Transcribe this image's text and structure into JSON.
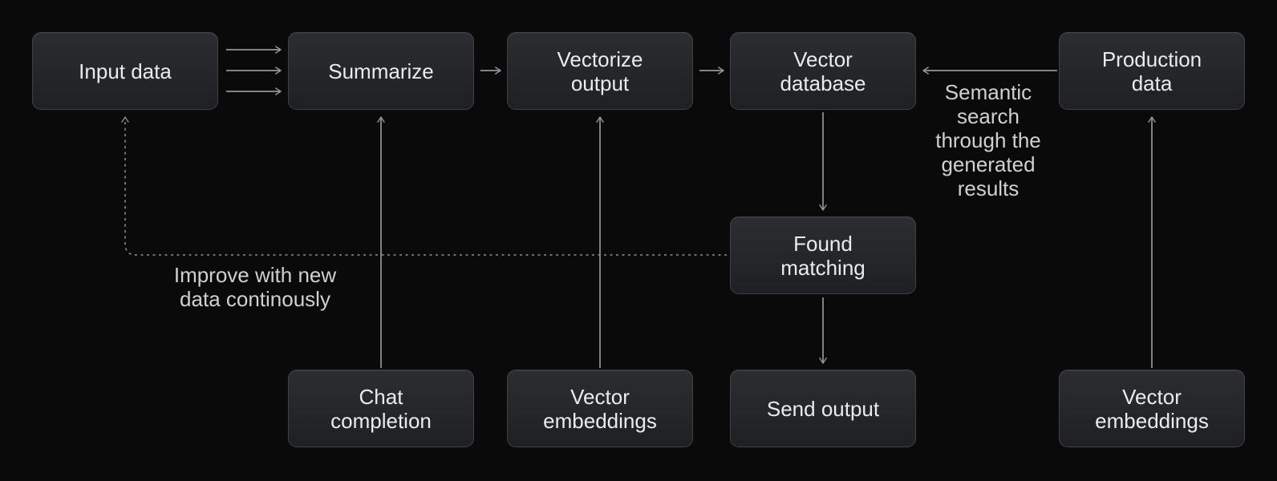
{
  "diagram": {
    "type": "flowchart",
    "theme": "dark"
  },
  "colors": {
    "background": "#0a0a0b",
    "node_fill_top": "#2b2d31",
    "node_fill_bottom": "#1e2023",
    "node_border": "#3e4146",
    "node_text": "#eaebec",
    "arrow": "#95969a",
    "dotted_arrow": "#8e8f93",
    "annotation_text": "#cfd0d2"
  },
  "nodes": [
    {
      "id": "input-data",
      "label": "Input data"
    },
    {
      "id": "summarize",
      "label": "Summarize"
    },
    {
      "id": "vectorize-output",
      "label": "Vectorize\noutput"
    },
    {
      "id": "vector-database",
      "label": "Vector\ndatabase"
    },
    {
      "id": "production-data",
      "label": "Production\ndata"
    },
    {
      "id": "found-matching",
      "label": "Found\nmatching"
    },
    {
      "id": "chat-completion",
      "label": "Chat\ncompletion"
    },
    {
      "id": "vector-embeddings-1",
      "label": "Vector\nembeddings"
    },
    {
      "id": "send-output",
      "label": "Send output"
    },
    {
      "id": "vector-embeddings-2",
      "label": "Vector\nembeddings"
    }
  ],
  "annotations": [
    {
      "id": "semantic-search",
      "text": "Semantic\nsearch\nthrough the\ngenerated\nresults"
    },
    {
      "id": "improve-loop",
      "text": "Improve with new\ndata continously"
    }
  ],
  "edges": [
    {
      "from": "input-data",
      "to": "summarize",
      "style": "triple-solid-arrow"
    },
    {
      "from": "summarize",
      "to": "vectorize-output",
      "style": "solid-arrow"
    },
    {
      "from": "vectorize-output",
      "to": "vector-database",
      "style": "solid-arrow"
    },
    {
      "from": "production-data",
      "to": "vector-database",
      "style": "solid-arrow",
      "label": "Semantic search through the generated results"
    },
    {
      "from": "vector-database",
      "to": "found-matching",
      "style": "solid-arrow"
    },
    {
      "from": "found-matching",
      "to": "send-output",
      "style": "solid-arrow"
    },
    {
      "from": "chat-completion",
      "to": "summarize",
      "style": "solid-arrow"
    },
    {
      "from": "vector-embeddings-1",
      "to": "vectorize-output",
      "style": "solid-arrow"
    },
    {
      "from": "vector-embeddings-2",
      "to": "production-data",
      "style": "solid-arrow"
    },
    {
      "from": "found-matching",
      "to": "input-data",
      "style": "dotted-arrow",
      "label": "Improve with new data continously"
    }
  ]
}
